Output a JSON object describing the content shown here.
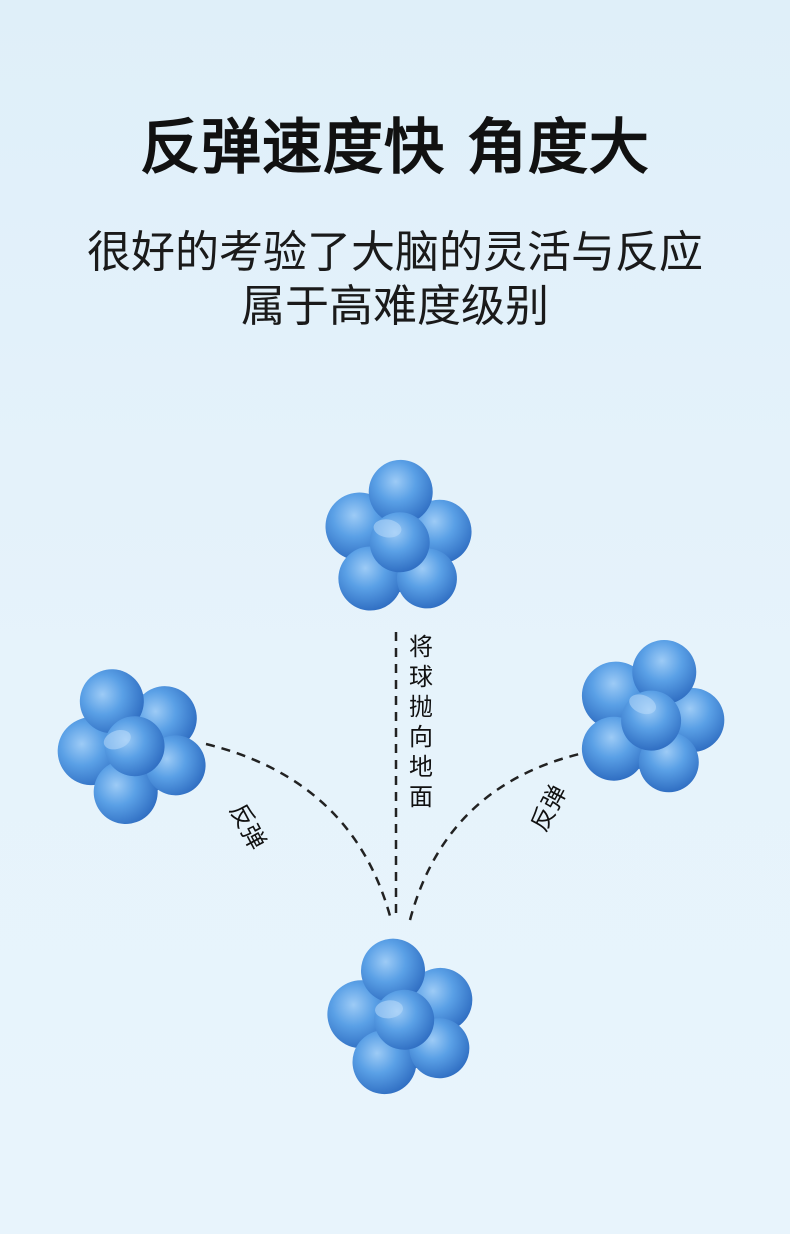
{
  "headline": "反弹速度快 角度大",
  "description": {
    "line1": "很好的考验了大脑的灵活与反应",
    "line2": "属于高难度级别"
  },
  "diagram": {
    "center_label": [
      "将",
      "球",
      "抛",
      "向",
      "地",
      "面"
    ],
    "left_label": "反弹",
    "right_label": "反弹"
  },
  "colors": {
    "background": "#e3f1fa",
    "ball_blue": "#4a90d9",
    "ball_highlight": "#8cc0f2",
    "ball_shadow": "#2f6fbf",
    "text": "#111111"
  }
}
